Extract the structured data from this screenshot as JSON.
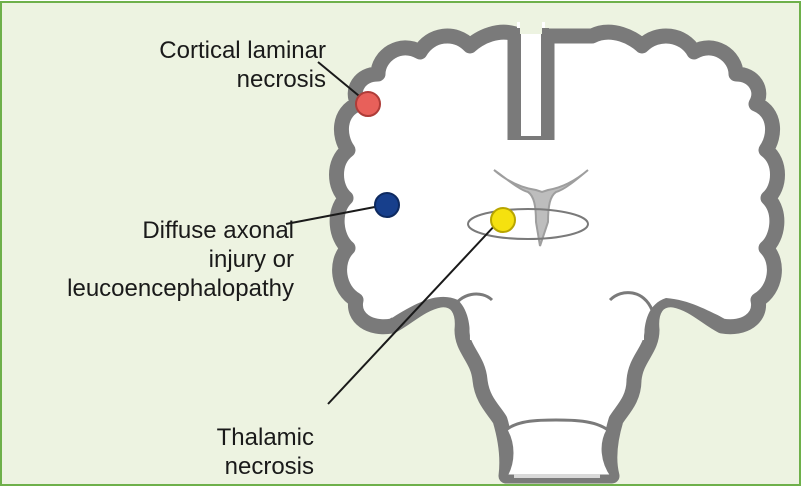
{
  "colors": {
    "background": "#edf3e1",
    "border": "#6eb04a",
    "brain_outline": "#7a7a7a",
    "ventricle": "#bdbdbd",
    "marker_cortical": "#e8605a",
    "marker_axonal": "#173f8c",
    "marker_thalamic": "#f5e10f"
  },
  "labels": {
    "cortical": [
      "Cortical laminar",
      "necrosis"
    ],
    "axonal": [
      "Diffuse axonal",
      "injury or",
      "leucoencephalopathy"
    ],
    "thalamic": [
      "Thalamic",
      "necrosis"
    ]
  },
  "markers": [
    {
      "name": "cortical-laminar-necrosis-marker",
      "color_key": "marker_cortical"
    },
    {
      "name": "diffuse-axonal-injury-marker",
      "color_key": "marker_axonal"
    },
    {
      "name": "thalamic-necrosis-marker",
      "color_key": "marker_thalamic"
    }
  ]
}
